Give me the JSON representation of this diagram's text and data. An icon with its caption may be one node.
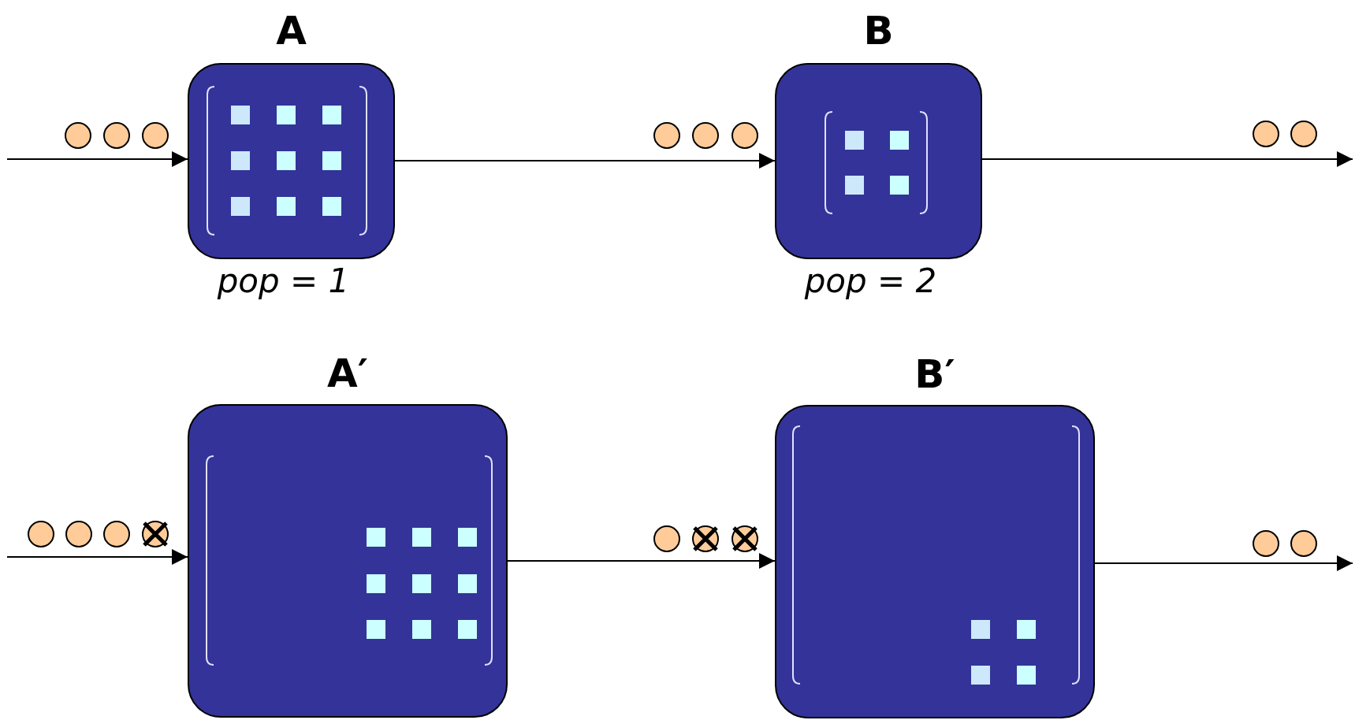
{
  "diagram": {
    "nodes": [
      {
        "text": [
          "A"
        ],
        "beside": [
          "pop = 1"
        ]
      },
      {
        "text": [
          "B"
        ],
        "beside": [
          "pop = 2"
        ]
      },
      {
        "text": [
          "A′"
        ]
      },
      {
        "text": [
          "B′"
        ]
      }
    ],
    "edges": [
      {
        "from": null,
        "to": 0,
        "arrow": "to"
      },
      {
        "from": 0,
        "to": 1,
        "arrow": "to"
      },
      {
        "from": 1,
        "to": null,
        "arrow": "to"
      },
      {
        "from": null,
        "to": 2,
        "arrow": "to"
      },
      {
        "from": 2,
        "to": 3,
        "arrow": "to"
      },
      {
        "from": 3,
        "to": null,
        "arrow": "to"
      }
    ]
  }
}
